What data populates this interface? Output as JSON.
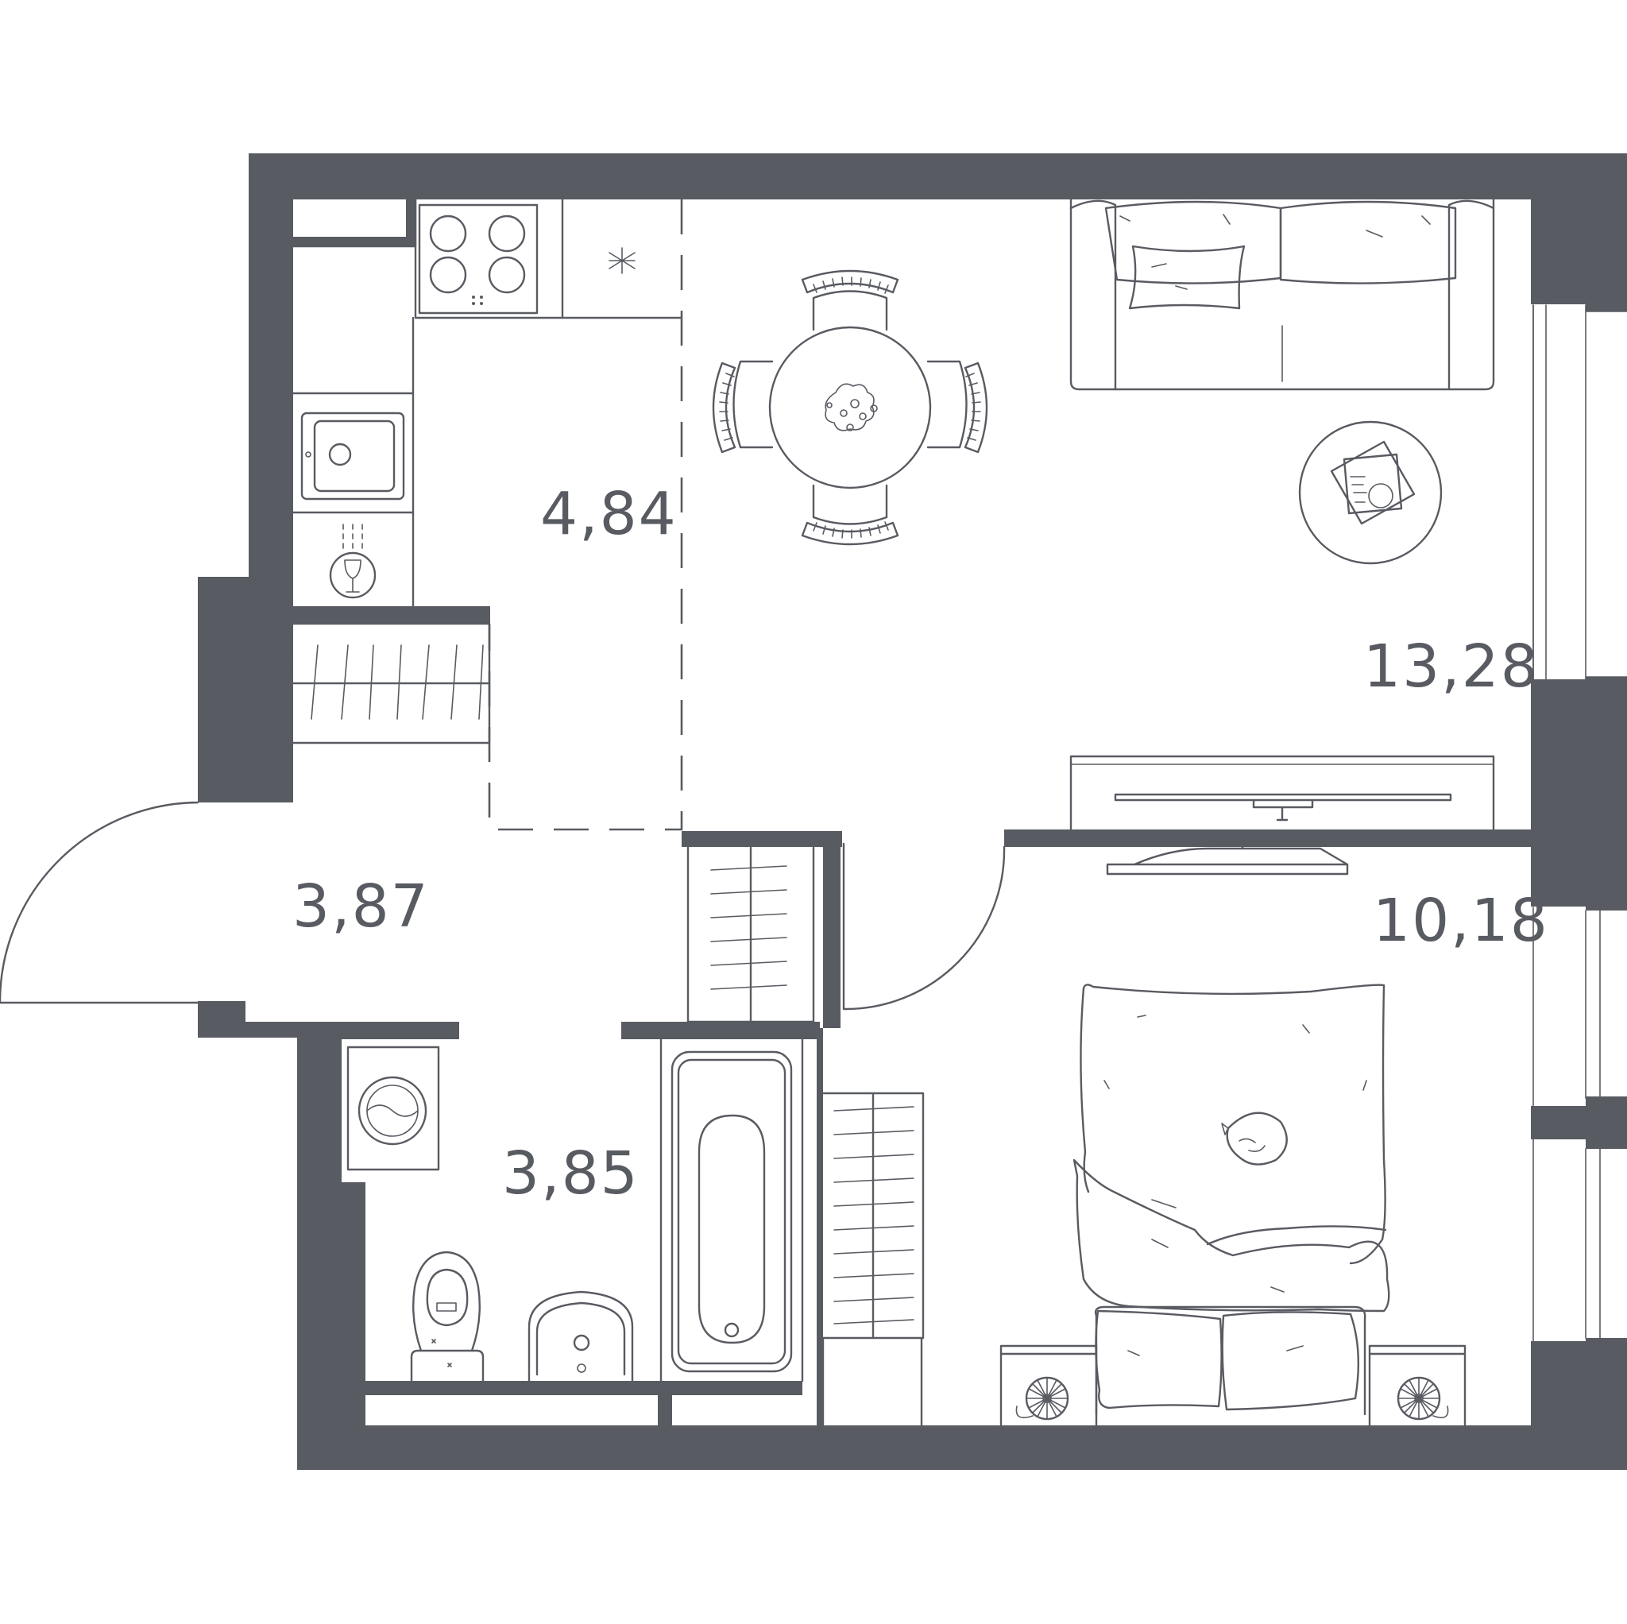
{
  "plan": {
    "colors": {
      "wall": "#595b62",
      "line": "#595b62",
      "text": "#595b62",
      "background": "#ffffff"
    },
    "rooms": [
      {
        "id": "kitchen",
        "area": "4,84"
      },
      {
        "id": "living-room",
        "area": "13,28"
      },
      {
        "id": "hallway",
        "area": "3,87"
      },
      {
        "id": "bedroom",
        "area": "10,18"
      },
      {
        "id": "bathroom",
        "area": "3,85"
      }
    ],
    "furniture_icons": [
      "stove-icon",
      "fridge-icon",
      "sink-icon",
      "dishwasher-icon",
      "dining-table-icon",
      "dining-chair-icon",
      "sofa-icon",
      "coffee-table-icon",
      "tv-stand-icon",
      "tv-icon",
      "wardrobe-icon",
      "bed-icon",
      "nightstand-icon",
      "lamp-icon",
      "washing-machine-icon",
      "toilet-icon",
      "washbasin-icon",
      "bathtub-icon",
      "cat-icon",
      "door-swing-icon",
      "window-icon"
    ]
  }
}
